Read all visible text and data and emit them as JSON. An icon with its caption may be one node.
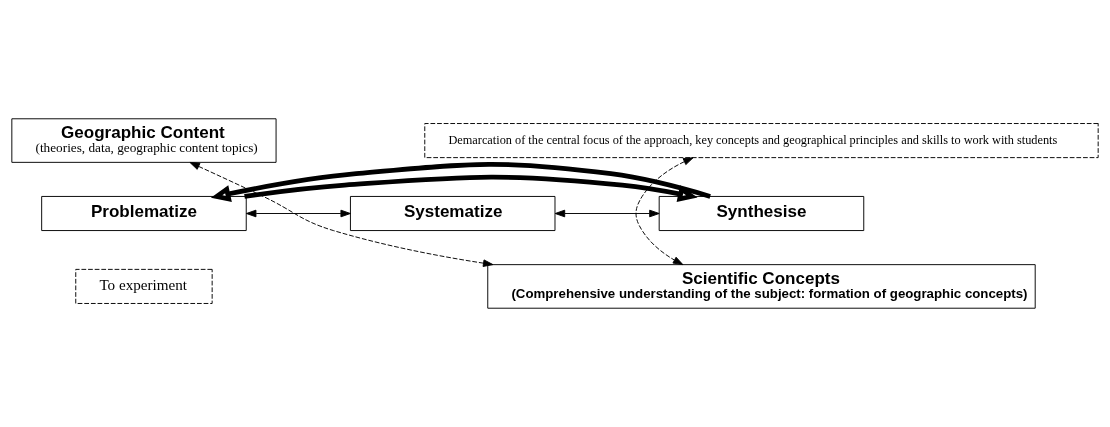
{
  "diagram": {
    "nodes": [
      {
        "text": [
          "Geographic Content",
          "(theories, data, geographic content topics)"
        ]
      },
      {
        "text": [
          "Demarcation of the central focus of the approach, key concepts and geographical principles and skills to work with students"
        ]
      },
      {
        "text": [
          "Problematize"
        ]
      },
      {
        "text": [
          "Systematize"
        ]
      },
      {
        "text": [
          "Synthesise"
        ]
      },
      {
        "text": [
          "To experiment"
        ]
      },
      {
        "text": [
          "Scientific Concepts",
          "(Comprehensive understanding of the subject: formation of geographic concepts)"
        ]
      }
    ],
    "edges": [
      {
        "from": 0,
        "to": 6,
        "arrow": "both",
        "style": "dashed"
      },
      {
        "from": 1,
        "to": 6,
        "arrow": "both",
        "style": "dashed"
      },
      {
        "from": 2,
        "to": 3,
        "arrow": "both"
      },
      {
        "from": 3,
        "to": 4,
        "arrow": "both"
      },
      {
        "from": 2,
        "to": 4,
        "arrow": "to",
        "style": "thick"
      },
      {
        "from": 4,
        "to": 2,
        "arrow": "to",
        "style": "thick"
      }
    ]
  }
}
